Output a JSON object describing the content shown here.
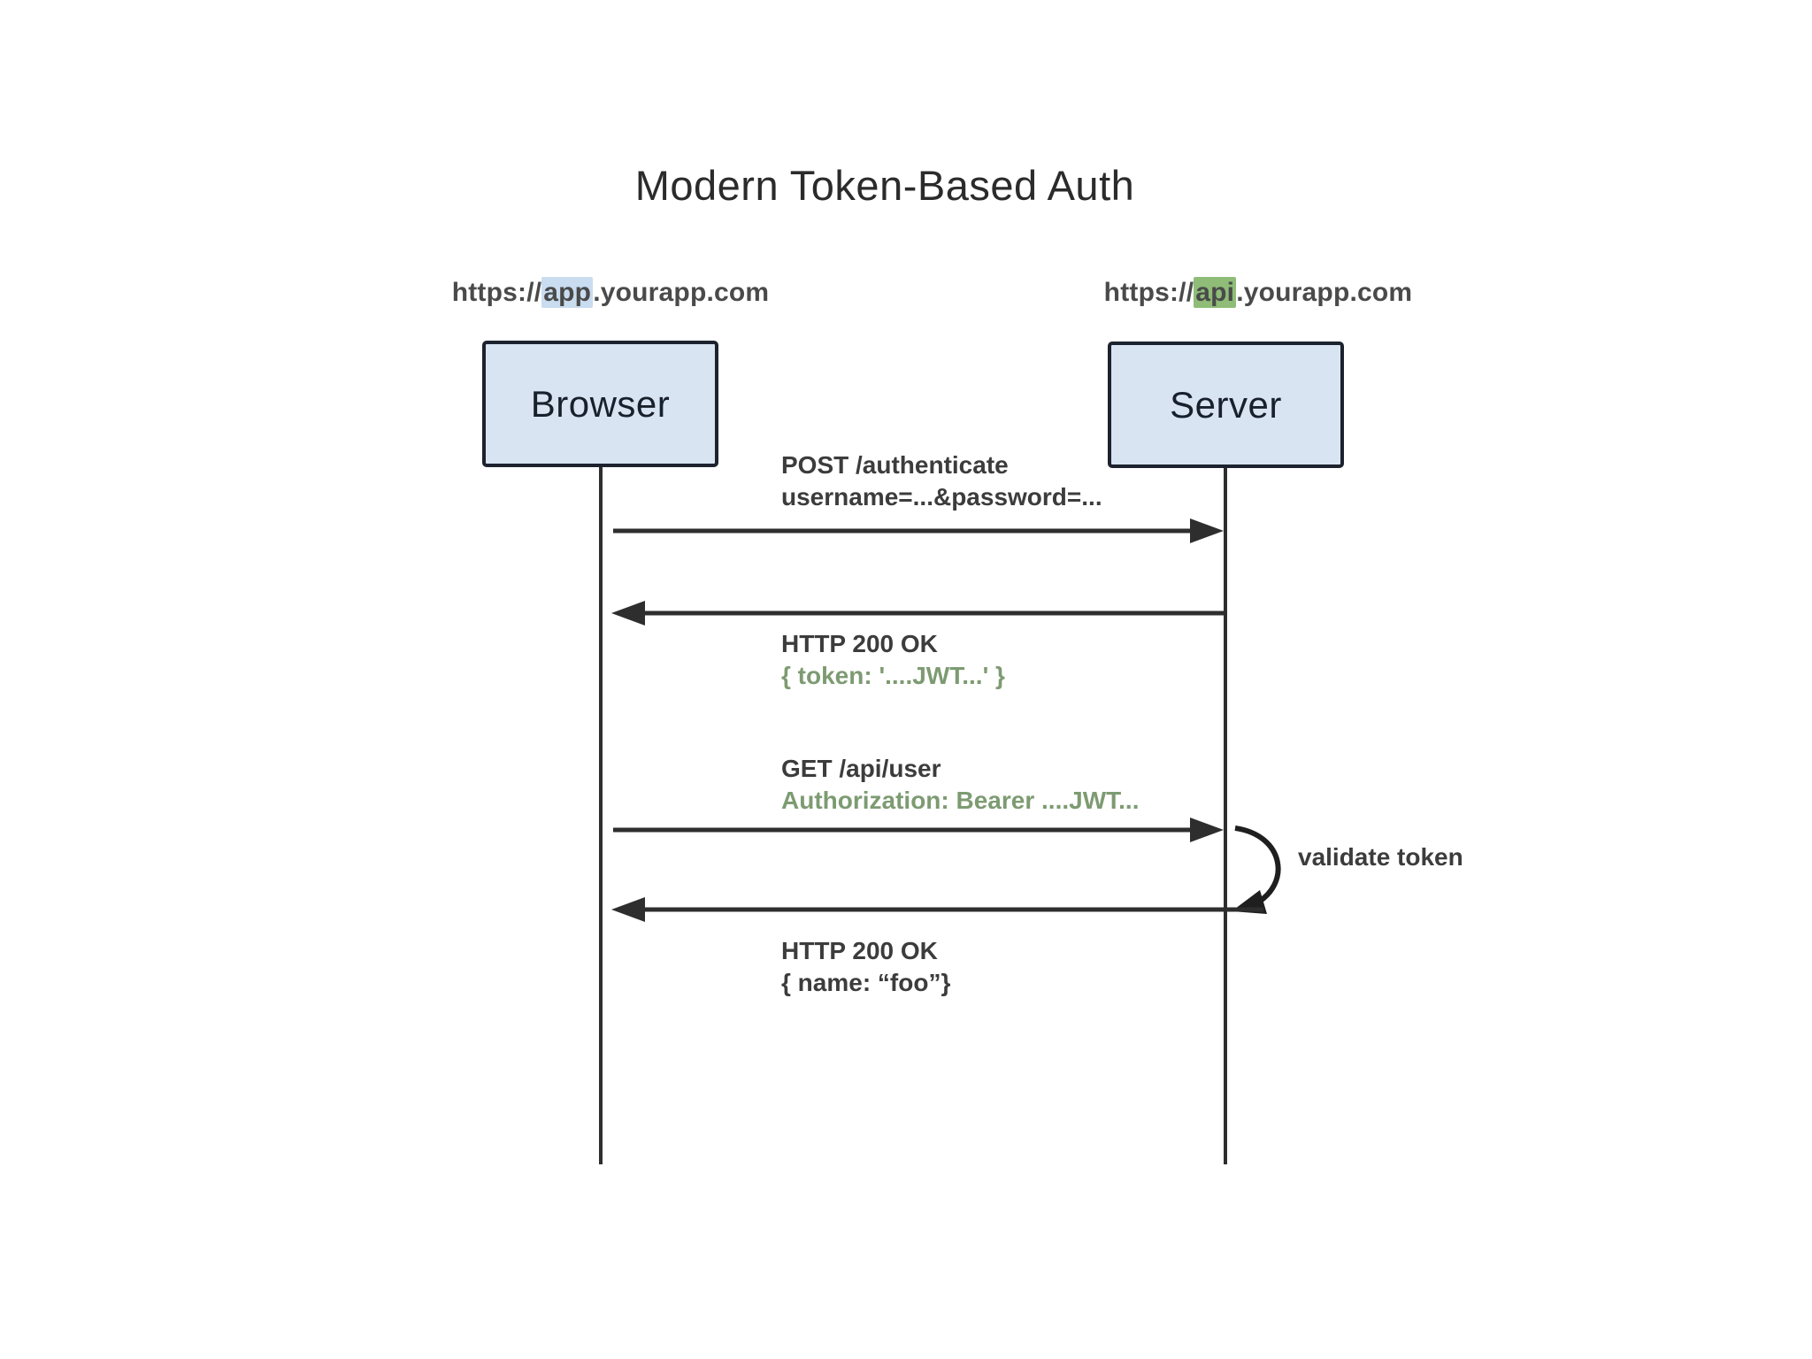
{
  "title": "Modern Token-Based Auth",
  "actors": {
    "browser": {
      "label": "Browser",
      "url_prefix": "https://",
      "url_highlight": "app",
      "url_suffix": ".yourapp.com"
    },
    "server": {
      "label": "Server",
      "url_prefix": "https://",
      "url_highlight": "api",
      "url_suffix": ".yourapp.com"
    }
  },
  "messages": [
    {
      "line1": "POST /authenticate",
      "line2": "username=...&password=...",
      "from": "Browser",
      "to": "Server"
    },
    {
      "line1": "HTTP 200 OK",
      "line2": "{ token: '....JWT...' }",
      "from": "Server",
      "to": "Browser"
    },
    {
      "line1": "GET /api/user",
      "line2": "Authorization: Bearer ....JWT...",
      "from": "Browser",
      "to": "Server"
    },
    {
      "line1": "HTTP 200 OK",
      "line2": "{ name: “foo”}",
      "from": "Server",
      "to": "Browser"
    }
  ],
  "self_action": {
    "label": "validate token",
    "actor": "Server"
  },
  "colors": {
    "box_fill": "#d8e4f2",
    "box_border": "#1c222e",
    "line": "#2e2e2e",
    "green_text": "#7d9b72",
    "app_highlight": "#c9dcf0",
    "api_highlight": "#8fbc77"
  }
}
